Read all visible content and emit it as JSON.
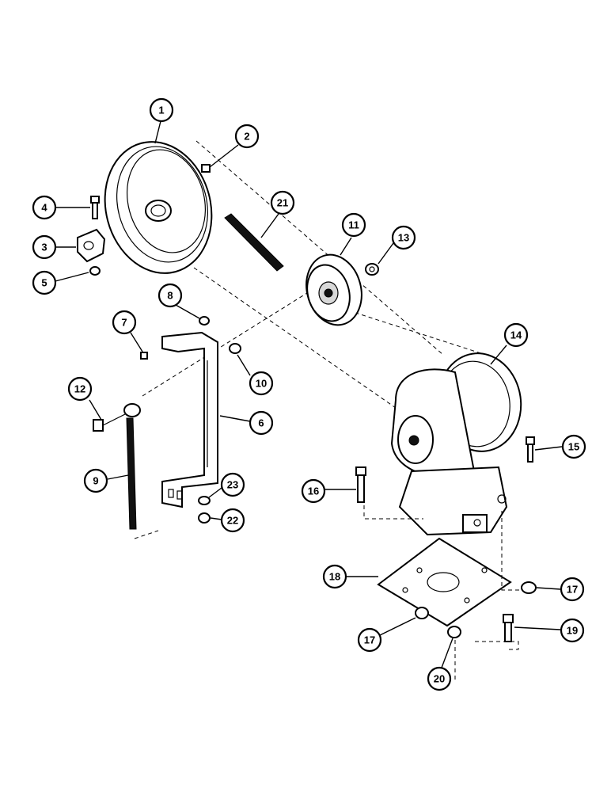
{
  "callouts": [
    {
      "id": "1",
      "label": "1"
    },
    {
      "id": "2",
      "label": "2"
    },
    {
      "id": "3",
      "label": "3"
    },
    {
      "id": "4",
      "label": "4"
    },
    {
      "id": "5",
      "label": "5"
    },
    {
      "id": "6",
      "label": "6"
    },
    {
      "id": "7",
      "label": "7"
    },
    {
      "id": "8",
      "label": "8"
    },
    {
      "id": "9",
      "label": "9"
    },
    {
      "id": "10",
      "label": "10"
    },
    {
      "id": "11",
      "label": "11"
    },
    {
      "id": "12",
      "label": "12"
    },
    {
      "id": "13",
      "label": "13"
    },
    {
      "id": "14",
      "label": "14"
    },
    {
      "id": "15",
      "label": "15"
    },
    {
      "id": "16",
      "label": "16"
    },
    {
      "id": "17a",
      "label": "17"
    },
    {
      "id": "17b",
      "label": "17"
    },
    {
      "id": "18",
      "label": "18"
    },
    {
      "id": "19",
      "label": "19"
    },
    {
      "id": "20",
      "label": "20"
    },
    {
      "id": "21",
      "label": "21"
    },
    {
      "id": "22",
      "label": "22"
    },
    {
      "id": "23",
      "label": "23"
    }
  ]
}
